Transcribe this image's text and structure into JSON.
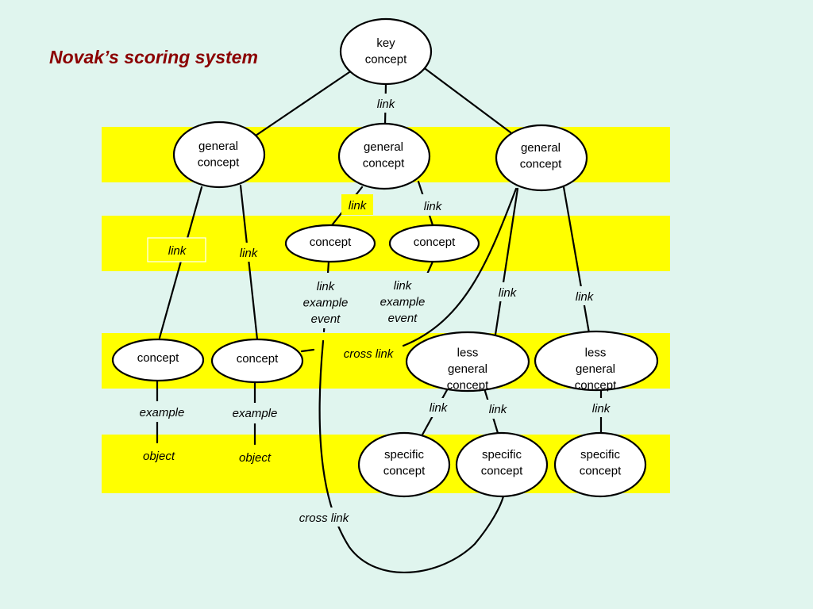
{
  "title": "Novak’s scoring system",
  "colors": {
    "background": "#e0f5ee",
    "band": "#ffff00",
    "title": "#8b0000"
  },
  "nodes": {
    "key": "key\nconcept",
    "general_left": "general\nconcept",
    "general_mid": "general\nconcept",
    "general_right": "general\nconcept",
    "concept_mid_a": "concept",
    "concept_mid_b": "concept",
    "concept_left_a": "concept",
    "concept_left_b": "concept",
    "less_general_a": "less\ngeneral\nconcept",
    "less_general_b": "less\ngeneral\nconcept",
    "specific_a": "specific\nconcept",
    "specific_b": "specific\nconcept",
    "specific_c": "specific\nconcept"
  },
  "labels": {
    "link_key_mid": "link",
    "link_gm_a": "link",
    "link_gm_b": "link",
    "link_left_a": "link",
    "link_left_b": "link",
    "link_example_event_a": "link\nexample\nevent",
    "link_example_event_b": "link\nexample\nevent",
    "link_gr_mid": "link",
    "link_gr_right": "link",
    "cross_link_top": "cross link",
    "example_a": "example",
    "example_b": "example",
    "object_a": "object",
    "object_b": "object",
    "link_lg_a_left": "link",
    "link_lg_a_right": "link",
    "link_lg_b": "link",
    "cross_link_bottom": "cross link"
  }
}
